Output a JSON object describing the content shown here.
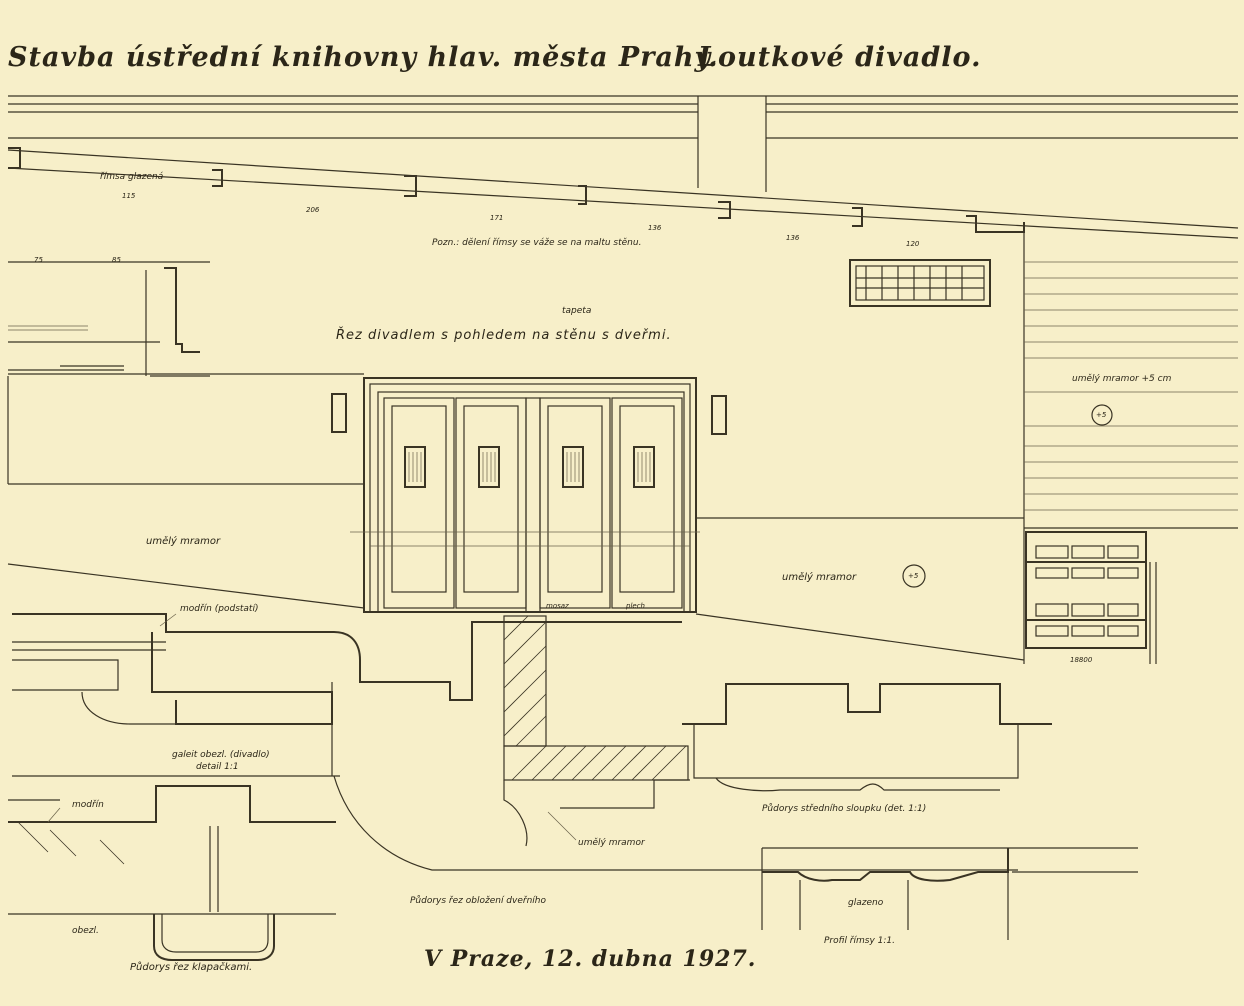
{
  "header": {
    "title": "Stavba ústřední knihovny hlav. města Prahy.",
    "subtitle": "Loutkové divadlo."
  },
  "labels": {
    "rimsa": "římsa glazená",
    "pozn": "Pozn.: dělení římsy se váže se na maltu stěnu.",
    "tapeta": "tapeta",
    "rez": "Řez divadlem s pohledem na stěnu s dveřmi.",
    "mramor_left": "umělý mramor",
    "mramor_mid": "umělý mramor",
    "mramor_right": "umělý mramor +5 cm",
    "modrin_podstati": "modřín (podstatí)",
    "galeit": "galeit obezl. (divadlo)",
    "detail": "detail 1:1",
    "modrin": "modřín",
    "obezl": "obezl.",
    "mosaz": "mosaz",
    "plech": "plech",
    "pudorys_sloupku": "Půdorys středního sloupku (det. 1:1)",
    "mramor_bottom": "umělý mramor",
    "pudorys_obloz": "Půdorys řez obložení dveřního",
    "pudorys_klap": "Půdorys řez klapačkami.",
    "glazeno": "glazeno",
    "profil": "Profil římsy 1:1.",
    "date": "V Praze, 12. dubna 1927."
  },
  "dims": {
    "d1": "115",
    "d2": "206",
    "d3": "171",
    "d4": "136",
    "d5": "136",
    "d6": "120",
    "d7": "75",
    "d8": "85",
    "c1": "+5",
    "c2": "+5",
    "lvl": "18800"
  }
}
